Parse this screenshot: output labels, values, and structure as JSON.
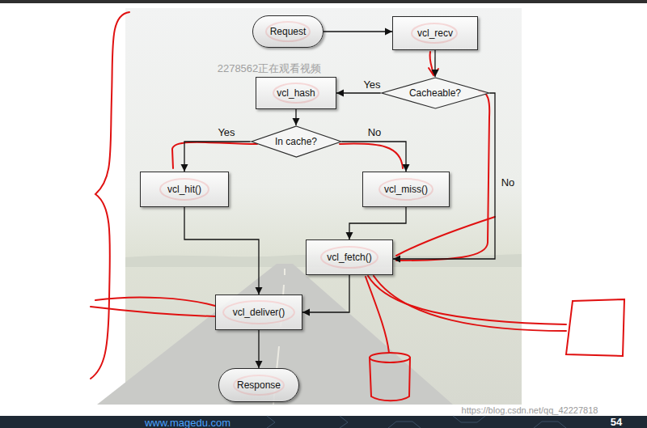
{
  "diagram": {
    "nodes": [
      {
        "text": [
          "Request"
        ]
      },
      {
        "text": [
          "vcl_recv"
        ]
      },
      {
        "text": [
          "Cacheable?"
        ]
      },
      {
        "text": [
          "vcl_hash"
        ]
      },
      {
        "text": [
          "In cache?"
        ]
      },
      {
        "text": [
          "vcl_hit()"
        ]
      },
      {
        "text": [
          "vcl_miss()"
        ]
      },
      {
        "text": [
          "vcl_fetch()"
        ]
      },
      {
        "text": [
          "vcl_deliver()"
        ]
      },
      {
        "text": [
          "Response"
        ]
      }
    ],
    "edges": [
      {
        "from": 0,
        "to": 1,
        "arrow": "to"
      },
      {
        "from": 1,
        "to": 2,
        "arrow": "to"
      },
      {
        "from": 2,
        "to": 3,
        "label": "Yes",
        "arrow": "to"
      },
      {
        "from": 2,
        "to": 7,
        "label": "No",
        "arrow": "to"
      },
      {
        "from": 3,
        "to": 4,
        "arrow": "to"
      },
      {
        "from": 4,
        "to": 5,
        "label": "Yes",
        "arrow": "to"
      },
      {
        "from": 4,
        "to": 6,
        "label": "No",
        "arrow": "to"
      },
      {
        "from": 5,
        "to": 8,
        "arrow": "to"
      },
      {
        "from": 6,
        "to": 7,
        "arrow": "to"
      },
      {
        "from": 7,
        "to": 8,
        "arrow": "to"
      },
      {
        "from": 8,
        "to": 9,
        "arrow": "to"
      }
    ],
    "labels": [
      "2278562正在观看视频",
      "www.magedu.com",
      "https://blog.csdn.net/qq_42227818",
      "54"
    ]
  }
}
